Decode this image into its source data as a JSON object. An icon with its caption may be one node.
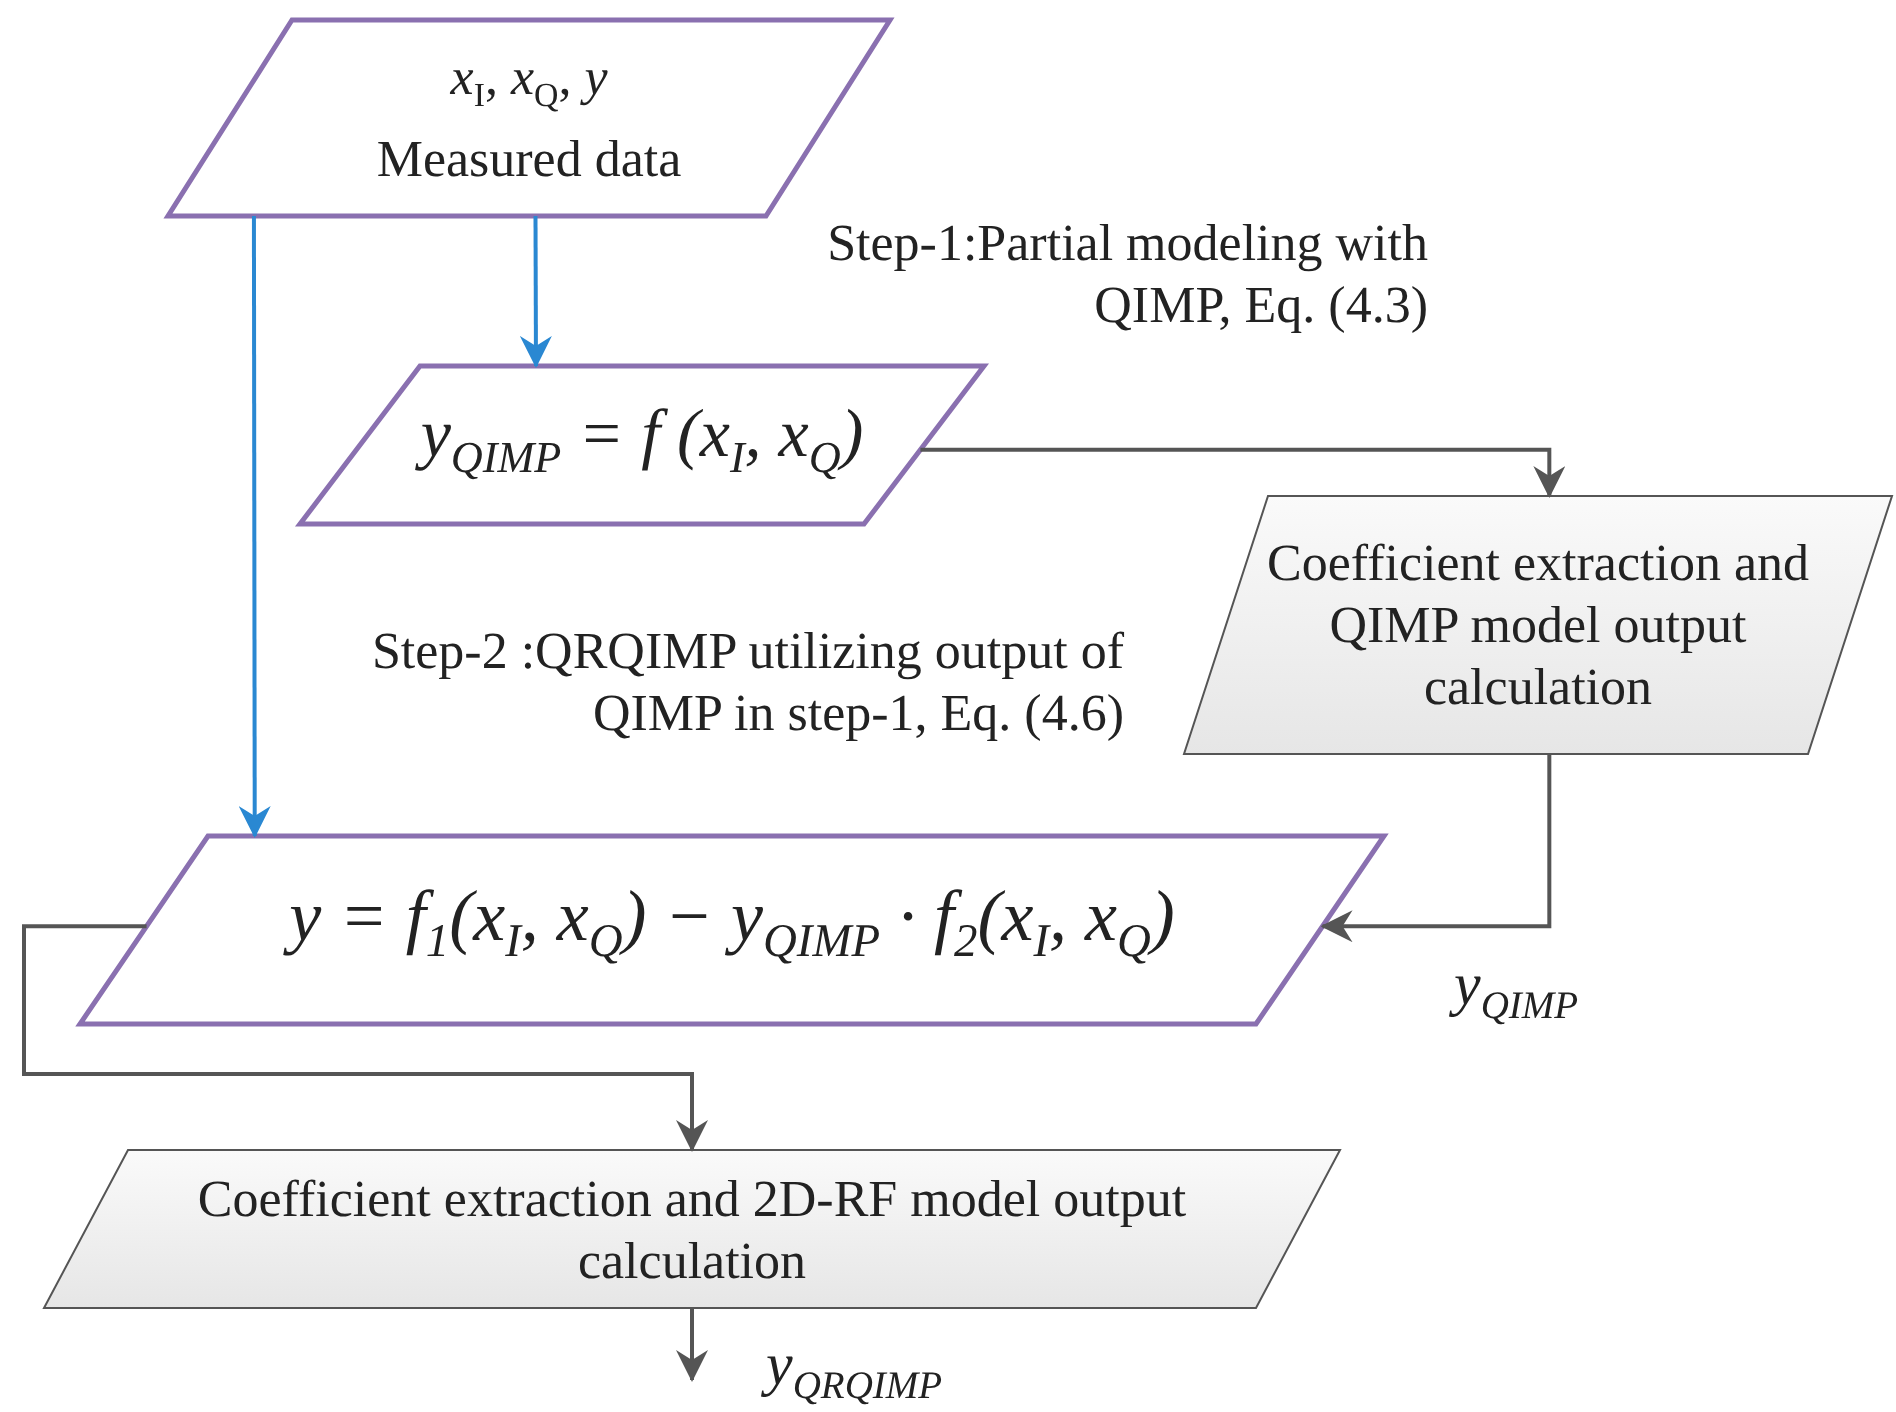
{
  "diagram": {
    "nodes": [
      {
        "text": [
          "*x*$_{I}$, *x*$_{Q}$, *y*",
          "Measured data"
        ]
      },
      {
        "text": [
          "y$_{QIMP}$ = f (x$_{I}$, x$_{Q}$)"
        ]
      },
      {
        "text": [
          "Coefficient extraction and QIMP model output calculation"
        ]
      },
      {
        "text": [
          "y = f$_{1}$(x$_{I}$, x$_{Q}$) − y$_{QIMP}$ · f$_{2}$(x$_{I}$, x$_{Q}$)"
        ]
      },
      {
        "text": [
          "Coefficient extraction and 2D-RF model output calculation"
        ]
      }
    ],
    "edges": [
      {
        "from": 0,
        "to": 1,
        "arrow": "to",
        "color": "#2a88d2"
      },
      {
        "from": 0,
        "to": 3,
        "arrow": "to",
        "color": "#2a88d2"
      },
      {
        "from": 1,
        "to": 2,
        "arrow": "to"
      },
      {
        "from": 2,
        "to": 3,
        "arrow": "to",
        "label": "y$_{QIMP}$"
      },
      {
        "from": 3,
        "to": 4,
        "arrow": "to"
      },
      {
        "from": 4,
        "to": null,
        "arrow": "to",
        "label": "y$_{QRQIMP}$"
      }
    ],
    "labels": [
      "Step-1:Partial modeling with QIMP, Eq. (4.3)",
      "Step-2 :QRQIMP utilizing output of QIMP in step-1, Eq. (4.6)"
    ]
  }
}
